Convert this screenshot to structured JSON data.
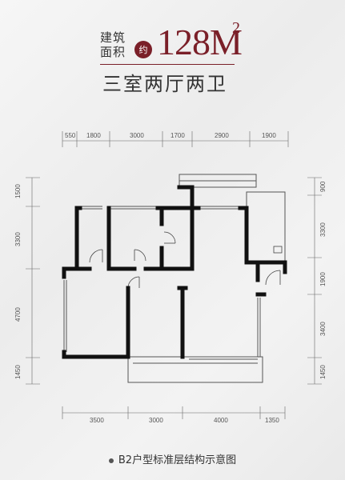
{
  "header": {
    "area_label_line1": "建筑",
    "area_label_line2": "面积",
    "approx": "约",
    "area_value": "128M",
    "area_sup": "2",
    "layout_title": "三室两厅两卫"
  },
  "dimensions": {
    "top": [
      "550",
      "1800",
      "3000",
      "1700",
      "2900",
      "1900"
    ],
    "bottom": [
      "3500",
      "3000",
      "4000",
      "1350"
    ],
    "left": [
      "1500",
      "3300",
      "4700",
      "1450"
    ],
    "right": [
      "900",
      "3300",
      "1900",
      "3400",
      "1450"
    ]
  },
  "caption": "B2户型标准层结构示意图",
  "colors": {
    "accent": "#7a1f28",
    "wall": "#111111"
  }
}
